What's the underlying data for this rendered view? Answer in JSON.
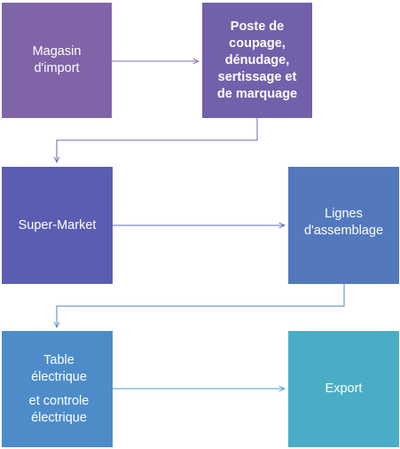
{
  "nodes": [
    {
      "id": "magasin",
      "lines": [
        "Magasin",
        "d'import"
      ],
      "bold": false,
      "color": "#8064a8"
    },
    {
      "id": "poste",
      "lines": [
        "Poste de",
        "coupage,",
        "dénudage,",
        "sertissage et",
        "de marquage"
      ],
      "bold": true,
      "color": "#7360aa"
    },
    {
      "id": "super",
      "lines": [
        "Super-Market"
      ],
      "bold": false,
      "color": "#5a5db2"
    },
    {
      "id": "lignes",
      "lines": [
        "Lignes",
        "d'assemblage"
      ],
      "bold": false,
      "color": "#5378be"
    },
    {
      "id": "table",
      "lines_top": [
        "Table",
        "électrique"
      ],
      "lines_bottom": [
        "et controle",
        "électrique"
      ],
      "bold": false,
      "color": "#4d8cc9"
    },
    {
      "id": "export",
      "lines": [
        "Export"
      ],
      "bold": false,
      "color": "#4aadc6"
    }
  ],
  "edges": [
    {
      "from": "magasin",
      "to": "poste",
      "color": "#7e6db0"
    },
    {
      "from": "poste",
      "to": "super",
      "color": "#6b67b3"
    },
    {
      "from": "super",
      "to": "lignes",
      "color": "#5b6bb9"
    },
    {
      "from": "lignes",
      "to": "table",
      "color": "#4f86c6"
    },
    {
      "from": "table",
      "to": "export",
      "color": "#47a0c7"
    }
  ]
}
